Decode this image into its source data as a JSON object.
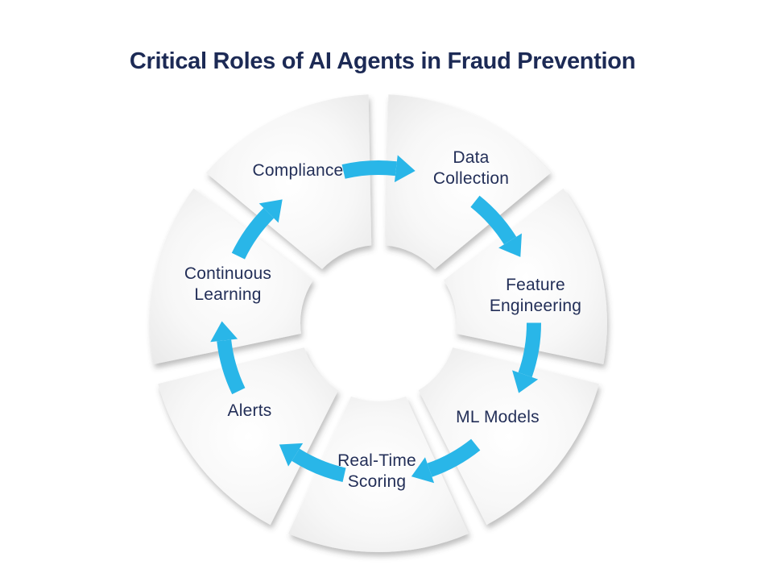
{
  "title": "Critical Roles of AI Agents in Fraud Prevention",
  "diagram": {
    "type": "circular-process",
    "direction": "clockwise",
    "steps": [
      {
        "label": "Compliance"
      },
      {
        "label": "Data Collection"
      },
      {
        "label": "Feature Engineering"
      },
      {
        "label": "ML Models"
      },
      {
        "label": "Real-Time Scoring"
      },
      {
        "label": "Alerts"
      },
      {
        "label": "Continuous Learning"
      }
    ],
    "arrows": [
      {
        "from": "Compliance",
        "to": "Data Collection"
      },
      {
        "from": "Data Collection",
        "to": "Feature Engineering"
      },
      {
        "from": "Feature Engineering",
        "to": "ML Models"
      },
      {
        "from": "ML Models",
        "to": "Real-Time Scoring"
      },
      {
        "from": "Real-Time Scoring",
        "to": "Alerts"
      },
      {
        "from": "Alerts",
        "to": "Continuous Learning"
      },
      {
        "from": "Continuous Learning",
        "to": "Compliance"
      }
    ]
  },
  "colors": {
    "background": "#ffffff",
    "title_text": "#1c2a55",
    "step_text": "#232f58",
    "arrow": "#29b6e8",
    "segment_light": "#ffffff",
    "segment_mid": "#f7f7f7",
    "segment_dark": "#e8e8e8"
  }
}
